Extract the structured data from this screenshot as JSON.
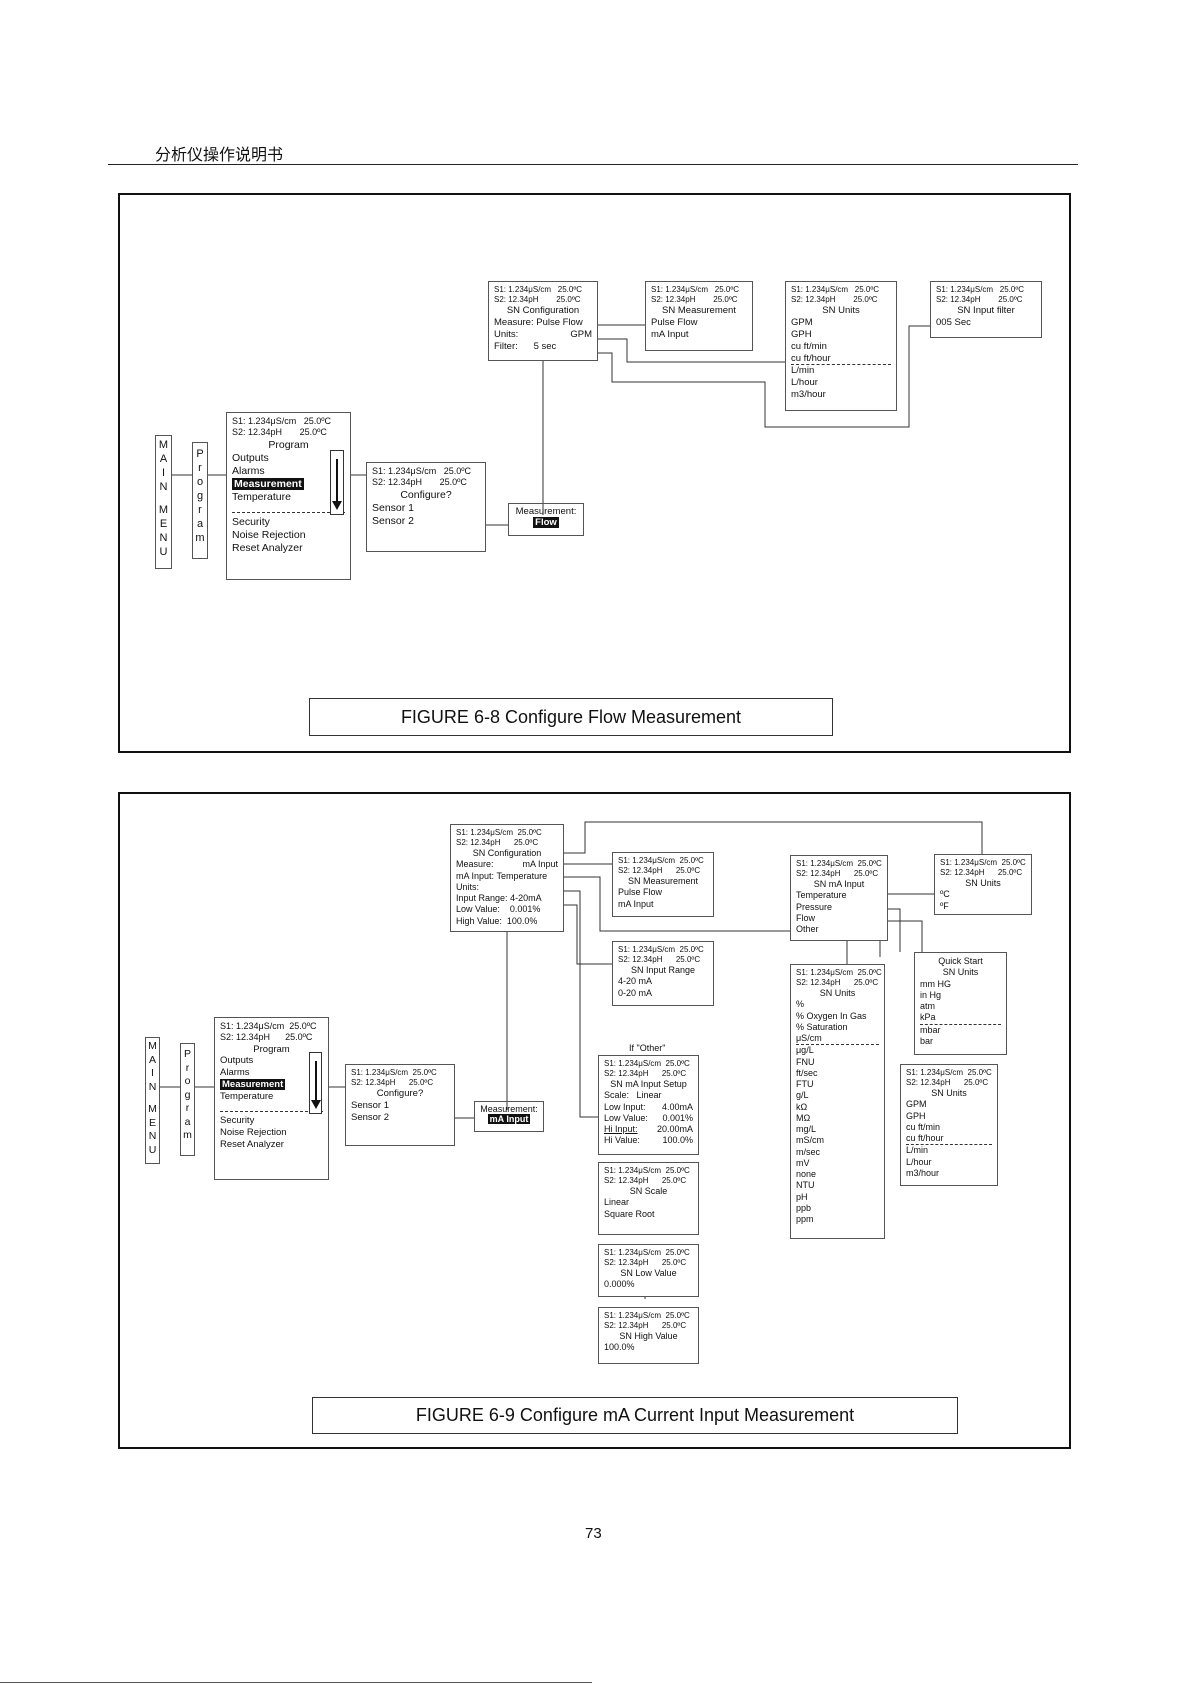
{
  "header": {
    "title": "分析仪操作说明书"
  },
  "page_number": "73",
  "common": {
    "s1": "S1: 1.234μS/cm",
    "s2": "S2: 12.34pH",
    "temp": "25.0ºC",
    "main_menu": [
      "M",
      "A",
      "I",
      "N",
      "M",
      "E",
      "N",
      "U"
    ],
    "program": [
      "P",
      "r",
      "o",
      "g",
      "r",
      "a",
      "m"
    ]
  },
  "program_menu": {
    "title": "Program",
    "items": [
      "Outputs",
      "Alarms",
      "Measurement",
      "Temperature",
      "Security",
      "Noise Rejection",
      "Reset Analyzer"
    ]
  },
  "configure_menu": {
    "title": "Configure?",
    "items": [
      "Sensor 1",
      "Sensor 2"
    ]
  },
  "fig8": {
    "caption": "FIGURE 6-8 Configure Flow Measurement",
    "measurement_label": "Measurement:",
    "measurement_value": "Flow",
    "sn_config": {
      "title": "SN Configuration",
      "rows": [
        [
          "Measure: Pulse Flow",
          ""
        ],
        [
          "Units:",
          "GPM"
        ],
        [
          "Filter:",
          "5 sec"
        ]
      ]
    },
    "sn_measurement": {
      "title": "SN Measurement",
      "items": [
        "Pulse Flow",
        "mA Input"
      ]
    },
    "sn_units": {
      "title": "SN Units",
      "items": [
        "GPM",
        "GPH",
        "cu ft/min",
        "cu ft/hour",
        "L/min",
        "L/hour",
        "m3/hour"
      ]
    },
    "sn_filter": {
      "title": "SN Input filter",
      "items": [
        "005 Sec"
      ]
    }
  },
  "fig9": {
    "caption": "FIGURE 6-9 Configure mA Current Input Measurement",
    "measurement_label": "Measurement:",
    "measurement_value": "mA Input",
    "sn_config": {
      "title": "SN Configuration",
      "rows": [
        [
          "Measure:",
          "mA Input"
        ],
        [
          "mA Input:",
          "Temperature"
        ],
        [
          "Units:",
          ""
        ],
        [
          "Input Range:",
          "4-20mA"
        ],
        [
          "Low Value:",
          "0.001%"
        ],
        [
          "High Value:",
          "100.0%"
        ]
      ]
    },
    "sn_measurement": {
      "title": "SN Measurement",
      "items": [
        "Pulse Flow",
        "mA Input"
      ]
    },
    "sn_input_range": {
      "title": "SN Input Range",
      "items": [
        "4-20 mA",
        "0-20 mA"
      ]
    },
    "if_other": "If \"Other\"",
    "sn_ma_setup": {
      "title": "SN mA Input Setup",
      "rows": [
        [
          "Scale:",
          "Linear"
        ],
        [
          "Low Input:",
          "4.00mA"
        ],
        [
          "Low Value:",
          "0.001%"
        ],
        [
          "Hi Input:",
          "20.00mA"
        ],
        [
          "Hi Value:",
          "100.0%"
        ]
      ]
    },
    "sn_scale": {
      "title": "SN Scale",
      "items": [
        "Linear",
        "Square Root"
      ]
    },
    "sn_low_value": {
      "title": "SN Low Value",
      "value": "0.000%"
    },
    "sn_high_value": {
      "title": "SN High Value",
      "value": "100.0%"
    },
    "sn_ma_input": {
      "title": "SN mA Input",
      "items": [
        "Temperature",
        "Pressure",
        "Flow",
        "Other"
      ]
    },
    "sn_units_temp": {
      "title": "SN Units",
      "items": [
        "ºC",
        "ºF"
      ]
    },
    "sn_units_pressure": {
      "title1": "Quick Start",
      "title2": "SN Units",
      "items": [
        "mm HG",
        "in Hg",
        "atm",
        "kPa",
        "mbar",
        "bar"
      ]
    },
    "sn_units_flow": {
      "title": "SN Units",
      "items": [
        "GPM",
        "GPH",
        "cu ft/min",
        "cu ft/hour",
        "L/min",
        "L/hour",
        "m3/hour"
      ]
    },
    "sn_units_other": {
      "title": "SN Units",
      "items": [
        "%",
        "% Oxygen In Gas",
        "% Saturation",
        "μS/cm",
        "μg/L",
        "FNU",
        "ft/sec",
        "FTU",
        "g/L",
        "kΩ",
        "MΩ",
        "mg/L",
        "mS/cm",
        "m/sec",
        "mV",
        "none",
        "NTU",
        "pH",
        "ppb",
        "ppm"
      ]
    }
  }
}
